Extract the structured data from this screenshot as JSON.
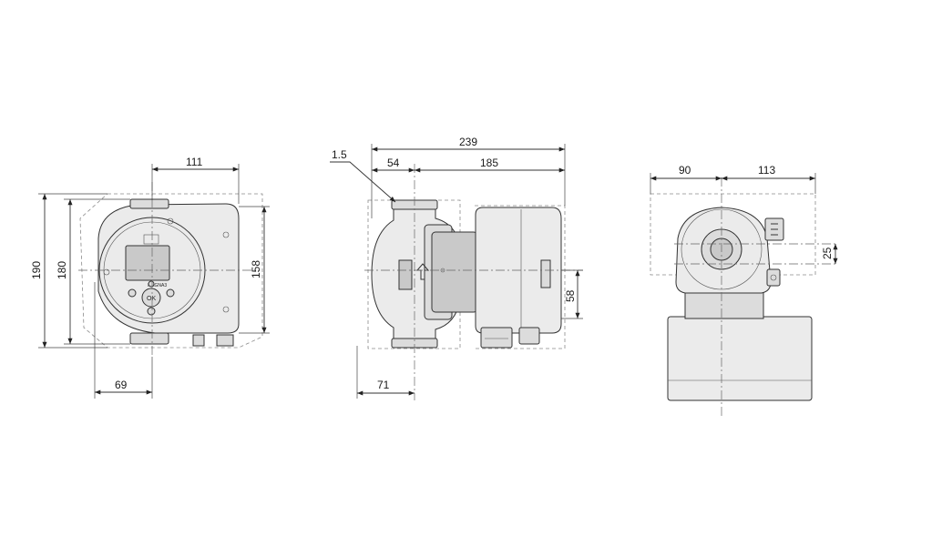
{
  "front_view": {
    "dim_width_top": "111",
    "dim_height_total": "190",
    "dim_height_inner": "180",
    "dim_height_right": "158",
    "dim_bottom_left": "69",
    "panel_logo": "MAGNA3",
    "panel_ok": "OK"
  },
  "side_view": {
    "dim_overall": "239",
    "dim_left": "54",
    "dim_right": "185",
    "dim_thickness": "1.5",
    "dim_shaft": "58",
    "dim_bottom": "71"
  },
  "end_view": {
    "dim_left": "90",
    "dim_right": "113",
    "dim_offset": "25"
  }
}
